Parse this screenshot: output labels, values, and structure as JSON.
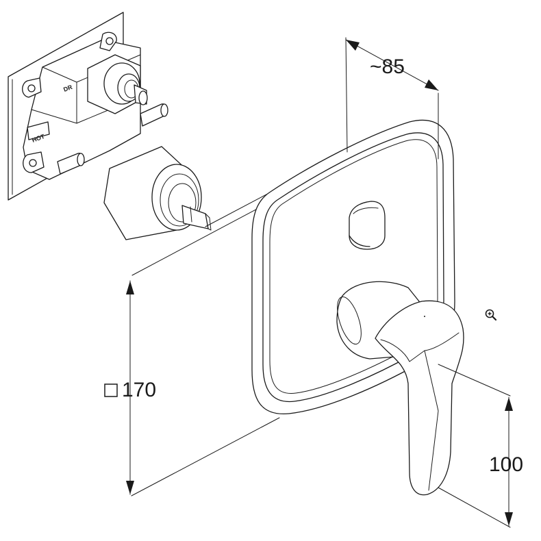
{
  "dimensions": {
    "depth": "~85",
    "plate": "170",
    "lever": "100"
  },
  "markings": {
    "cold": "DR",
    "hot": "HOT"
  },
  "icons": {
    "square": "square-outline-icon",
    "zoom": "zoom-in-icon"
  },
  "colors": {
    "line": "#1a1a1a",
    "background": "#ffffff"
  }
}
